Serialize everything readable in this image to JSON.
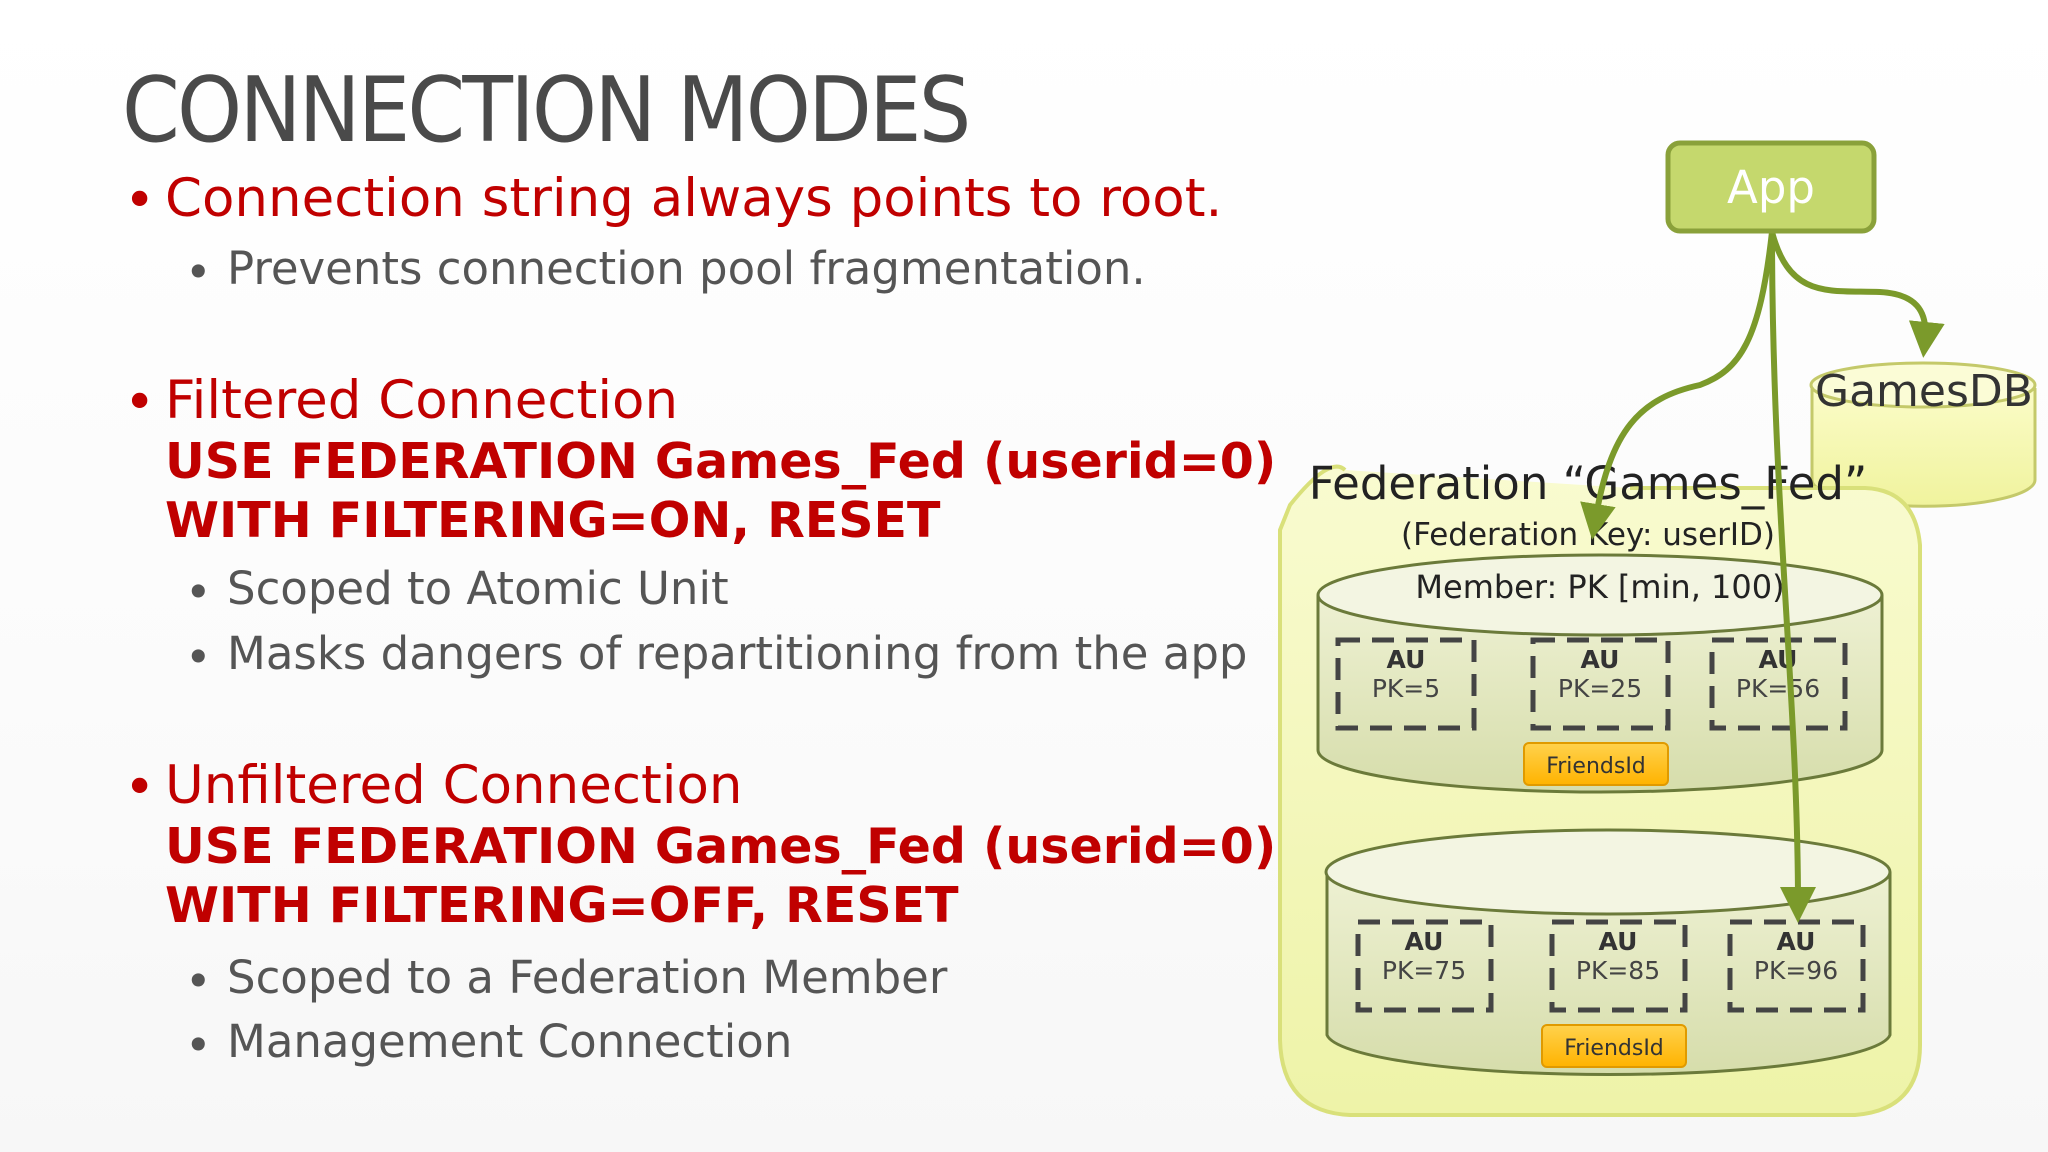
{
  "slide": {
    "title": "CONNECTION MODES",
    "sections": [
      {
        "heading": "Connection string always points to root.",
        "code": [],
        "subs": [
          "Prevents connection pool fragmentation."
        ]
      },
      {
        "heading": "Filtered Connection",
        "code": [
          "USE FEDERATION Games_Fed (userid=0)",
          "WITH FILTERING=ON, RESET"
        ],
        "subs": [
          "Scoped to Atomic Unit",
          "Masks dangers of repartitioning from the app"
        ]
      },
      {
        "heading": "Unfiltered Connection",
        "code": [
          "USE FEDERATION Games_Fed (userid=0)",
          "WITH FILTERING=OFF, RESET"
        ],
        "subs": [
          "Scoped to a Federation Member",
          "Management Connection"
        ]
      }
    ]
  },
  "diagram": {
    "app_label": "App",
    "gamesdb_label": "GamesDB",
    "federation_title": "Federation “Games_Fed”",
    "federation_key": "(Federation Key: userID)",
    "member_label": "Member: PK [min, 100)",
    "members": [
      {
        "units": [
          {
            "au": "AU",
            "pk": "PK=5"
          },
          {
            "au": "AU",
            "pk": "PK=25"
          },
          {
            "au": "AU",
            "pk": "PK=56"
          }
        ],
        "table": "FriendsId"
      },
      {
        "units": [
          {
            "au": "AU",
            "pk": "PK=75"
          },
          {
            "au": "AU",
            "pk": "PK=85"
          },
          {
            "au": "AU",
            "pk": "PK=96"
          }
        ],
        "table": "FriendsId"
      }
    ],
    "colors": {
      "app_fill": "#c5d86d",
      "app_border": "#8aa13a",
      "arrow": "#7b9a2b",
      "federation_fill": "#f6f8b8",
      "member_fill": "#e4e9c2",
      "table_fill": "#ffc000",
      "red_text": "#c00000",
      "gray_text": "#555555"
    }
  }
}
